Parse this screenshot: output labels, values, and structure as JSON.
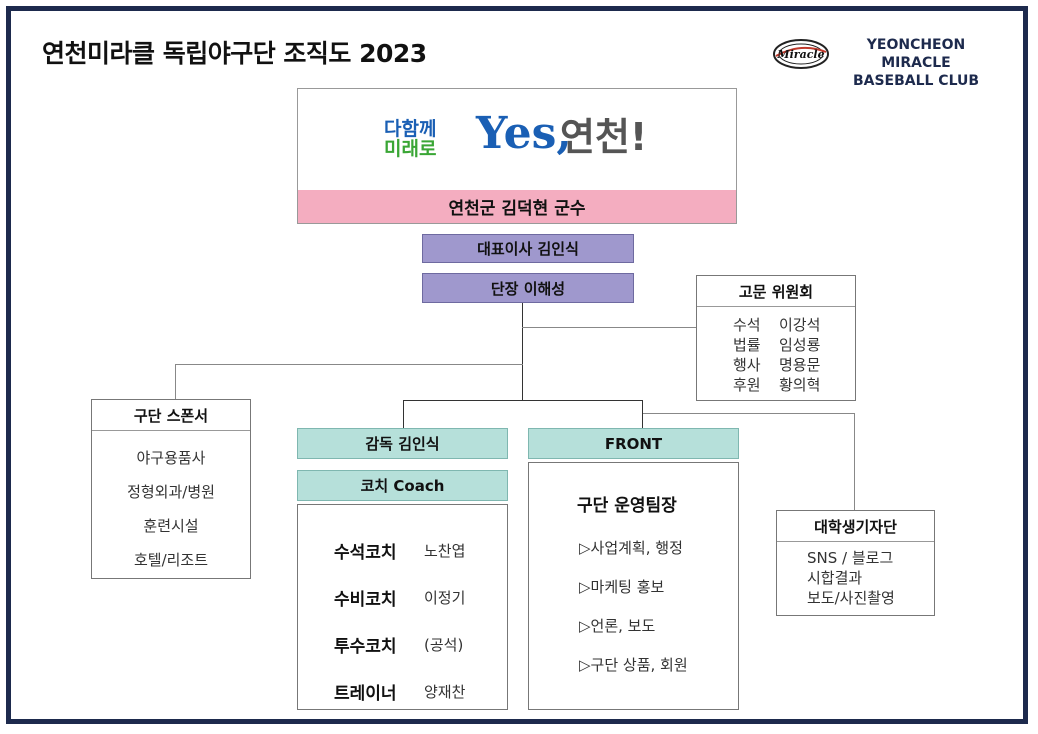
{
  "title": "연천미라클 독립야구단 조직도 2023",
  "club": {
    "line1": "YEONCHEON MIRACLE",
    "line2": "BASEBALL CLUB",
    "logo_text": "Miracle"
  },
  "slogan": {
    "small1": "다함께",
    "small2": "미래로",
    "yes": "Yes",
    "comma": ",",
    "place": "연천!"
  },
  "governor": "연천군 김덕현 군수",
  "ceo": "대표이사 김인식",
  "director": "단장 이해성",
  "advisory": {
    "title": "고문 위원회",
    "members": [
      {
        "role": "수석",
        "name": "이강석"
      },
      {
        "role": "법률",
        "name": "임성룡"
      },
      {
        "role": "행사",
        "name": "명용문"
      },
      {
        "role": "후원",
        "name": "황의혁"
      }
    ]
  },
  "sponsor": {
    "title": "구단 스폰서",
    "items": [
      "야구용품사",
      "정형외과/병원",
      "훈련시설",
      "호텔/리조트"
    ]
  },
  "manager": "감독 김인식",
  "coach_header": "코치 Coach",
  "coaches": [
    {
      "role": "수석코치",
      "name": "노찬엽"
    },
    {
      "role": "수비코치",
      "name": "이정기"
    },
    {
      "role": "투수코치",
      "name": "(공석)"
    },
    {
      "role": "트레이너",
      "name": "양재찬"
    }
  ],
  "front": {
    "title": "FRONT",
    "lead": "구단 운영팀장",
    "items": [
      "▷사업계획, 행정",
      "▷마케팅 홍보",
      "▷언론, 보도",
      "▷구단 상품, 회원"
    ]
  },
  "press": {
    "title": "대학생기자단",
    "items": [
      "SNS / 블로그",
      "시합결과",
      "보도/사진촬영"
    ]
  },
  "colors": {
    "navy": "#1d2a4d",
    "purple": "#9f98cd",
    "teal": "#b6e0da",
    "pink": "#f4adc0",
    "blue": "#1a5fb4",
    "green": "#3aa635"
  }
}
